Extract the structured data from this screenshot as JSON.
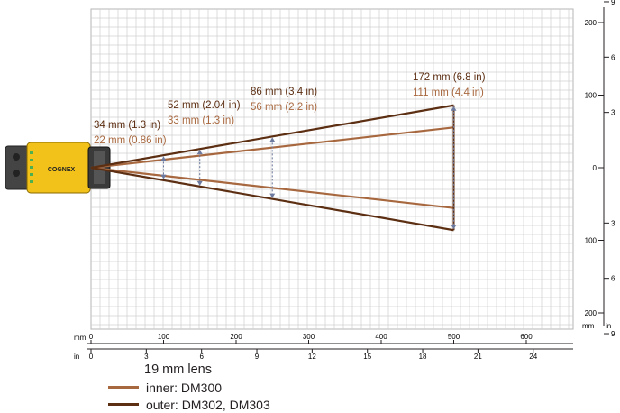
{
  "figure": {
    "camera_brand": "COGNEX",
    "colors": {
      "inner": "#a8683f",
      "outer": "#5c2e12",
      "grid": "#d0d0d0",
      "arrow": "#6c7aa0",
      "camera_body": "#f2c21a",
      "camera_lens": "#3a3a3a"
    }
  },
  "axes": {
    "x_mm_unit": "mm",
    "x_in_unit": "in",
    "x_mm_ticks": [
      "0",
      "100",
      "200",
      "300",
      "400",
      "500",
      "600"
    ],
    "x_in_ticks": [
      "0",
      "3",
      "6",
      "9",
      "12",
      "15",
      "18",
      "21",
      "24"
    ],
    "right_mm_ticks": [
      "200",
      "100",
      "0",
      "100",
      "200"
    ],
    "right_in_ticks": [
      "9",
      "6",
      "3",
      "3",
      "6",
      "9"
    ],
    "right_mm_unit": "mm",
    "right_in_unit": "in"
  },
  "annotations": [
    {
      "outer": "34 mm (1.3 in)",
      "inner": "22 mm (0.86 in)"
    },
    {
      "outer": "52 mm (2.04 in)",
      "inner": "33 mm (1.3 in)"
    },
    {
      "outer": "86 mm (3.4 in)",
      "inner": "56 mm (2.2 in)"
    },
    {
      "outer": "172 mm (6.8 in)",
      "inner": "111 mm (4.4 in)"
    }
  ],
  "chart_data": {
    "type": "line",
    "xlabel": "",
    "ylabel": "",
    "xlim": [
      0,
      660
    ],
    "ylim": [
      -200,
      220
    ],
    "series": [
      {
        "name": "inner: DM300",
        "x": [
          0,
          100,
          150,
          250,
          500
        ],
        "half_width": [
          0,
          11,
          16.5,
          28,
          55.5
        ]
      },
      {
        "name": "outer: DM302, DM303",
        "x": [
          0,
          100,
          150,
          250,
          500
        ],
        "half_width": [
          0,
          17,
          26,
          43,
          86
        ]
      }
    ],
    "distances_mm": [
      100,
      150,
      250,
      500
    ]
  },
  "legend": {
    "title": "19 mm lens",
    "items": [
      {
        "label": "inner: DM300"
      },
      {
        "label": "outer: DM302, DM303"
      }
    ]
  }
}
